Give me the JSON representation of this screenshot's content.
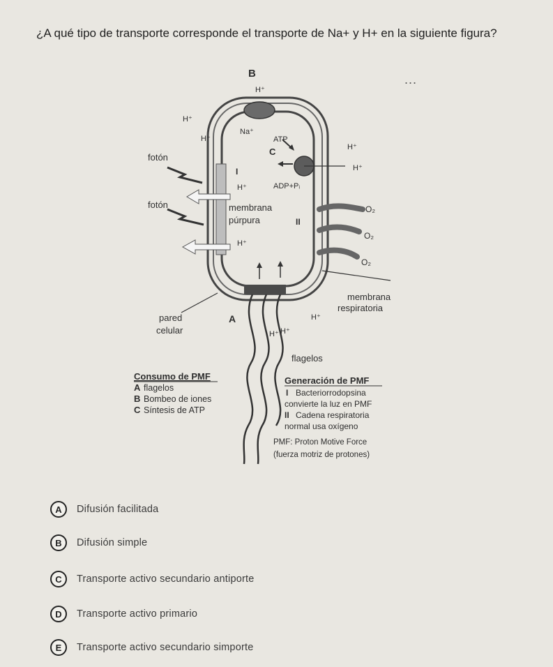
{
  "question": "¿A qué tipo de transporte corresponde el transporte de Na+ y H+ en la siguiente figura?",
  "more_icon": "...",
  "diagram": {
    "top_label": "B",
    "h_plus": "H⁺",
    "na_plus": "Na⁺",
    "atp": "ATP",
    "c_label": "C",
    "adp": "ADP+Pᵢ",
    "roman_one": "I",
    "roman_two": "II",
    "foton": "fotón",
    "membrana_purpura_1": "membrana",
    "membrana_purpura_2": "púrpura",
    "o2": "O₂",
    "membrana_resp_1": "membrana",
    "membrana_resp_2": "respiratoria",
    "pared_1": "pared",
    "pared_2": "celular",
    "a_label": "A",
    "flagelos": "flagelos",
    "consumo": {
      "title": "Consumo de PMF",
      "a_letter": "A",
      "a_text": "flagelos",
      "b_letter": "B",
      "b_text": "Bombeo de iones",
      "c_letter": "C",
      "c_text": "Síntesis de ATP"
    },
    "generacion": {
      "title": "Generación de PMF",
      "i_letter": "I",
      "i_text": "Bacteriorrodopsina",
      "i_text2": "convierte la luz en PMF",
      "ii_letter": "II",
      "ii_text": "Cadena respiratoria",
      "ii_text2": "normal usa oxígeno",
      "pmf1": "PMF: Proton Motive Force",
      "pmf2": "(fuerza motriz de protones)"
    }
  },
  "options": [
    {
      "letter": "A",
      "text": "Difusión facilitada"
    },
    {
      "letter": "B",
      "text": "Difusión simple"
    },
    {
      "letter": "C",
      "text": "Transporte activo secundario antiporte"
    },
    {
      "letter": "D",
      "text": "Transporte activo primario"
    },
    {
      "letter": "E",
      "text": "Transporte activo secundario simporte"
    }
  ],
  "colors": {
    "background": "#e9e7e1",
    "membrane": "#3c3c3c",
    "pump": "#6a6a6a"
  }
}
